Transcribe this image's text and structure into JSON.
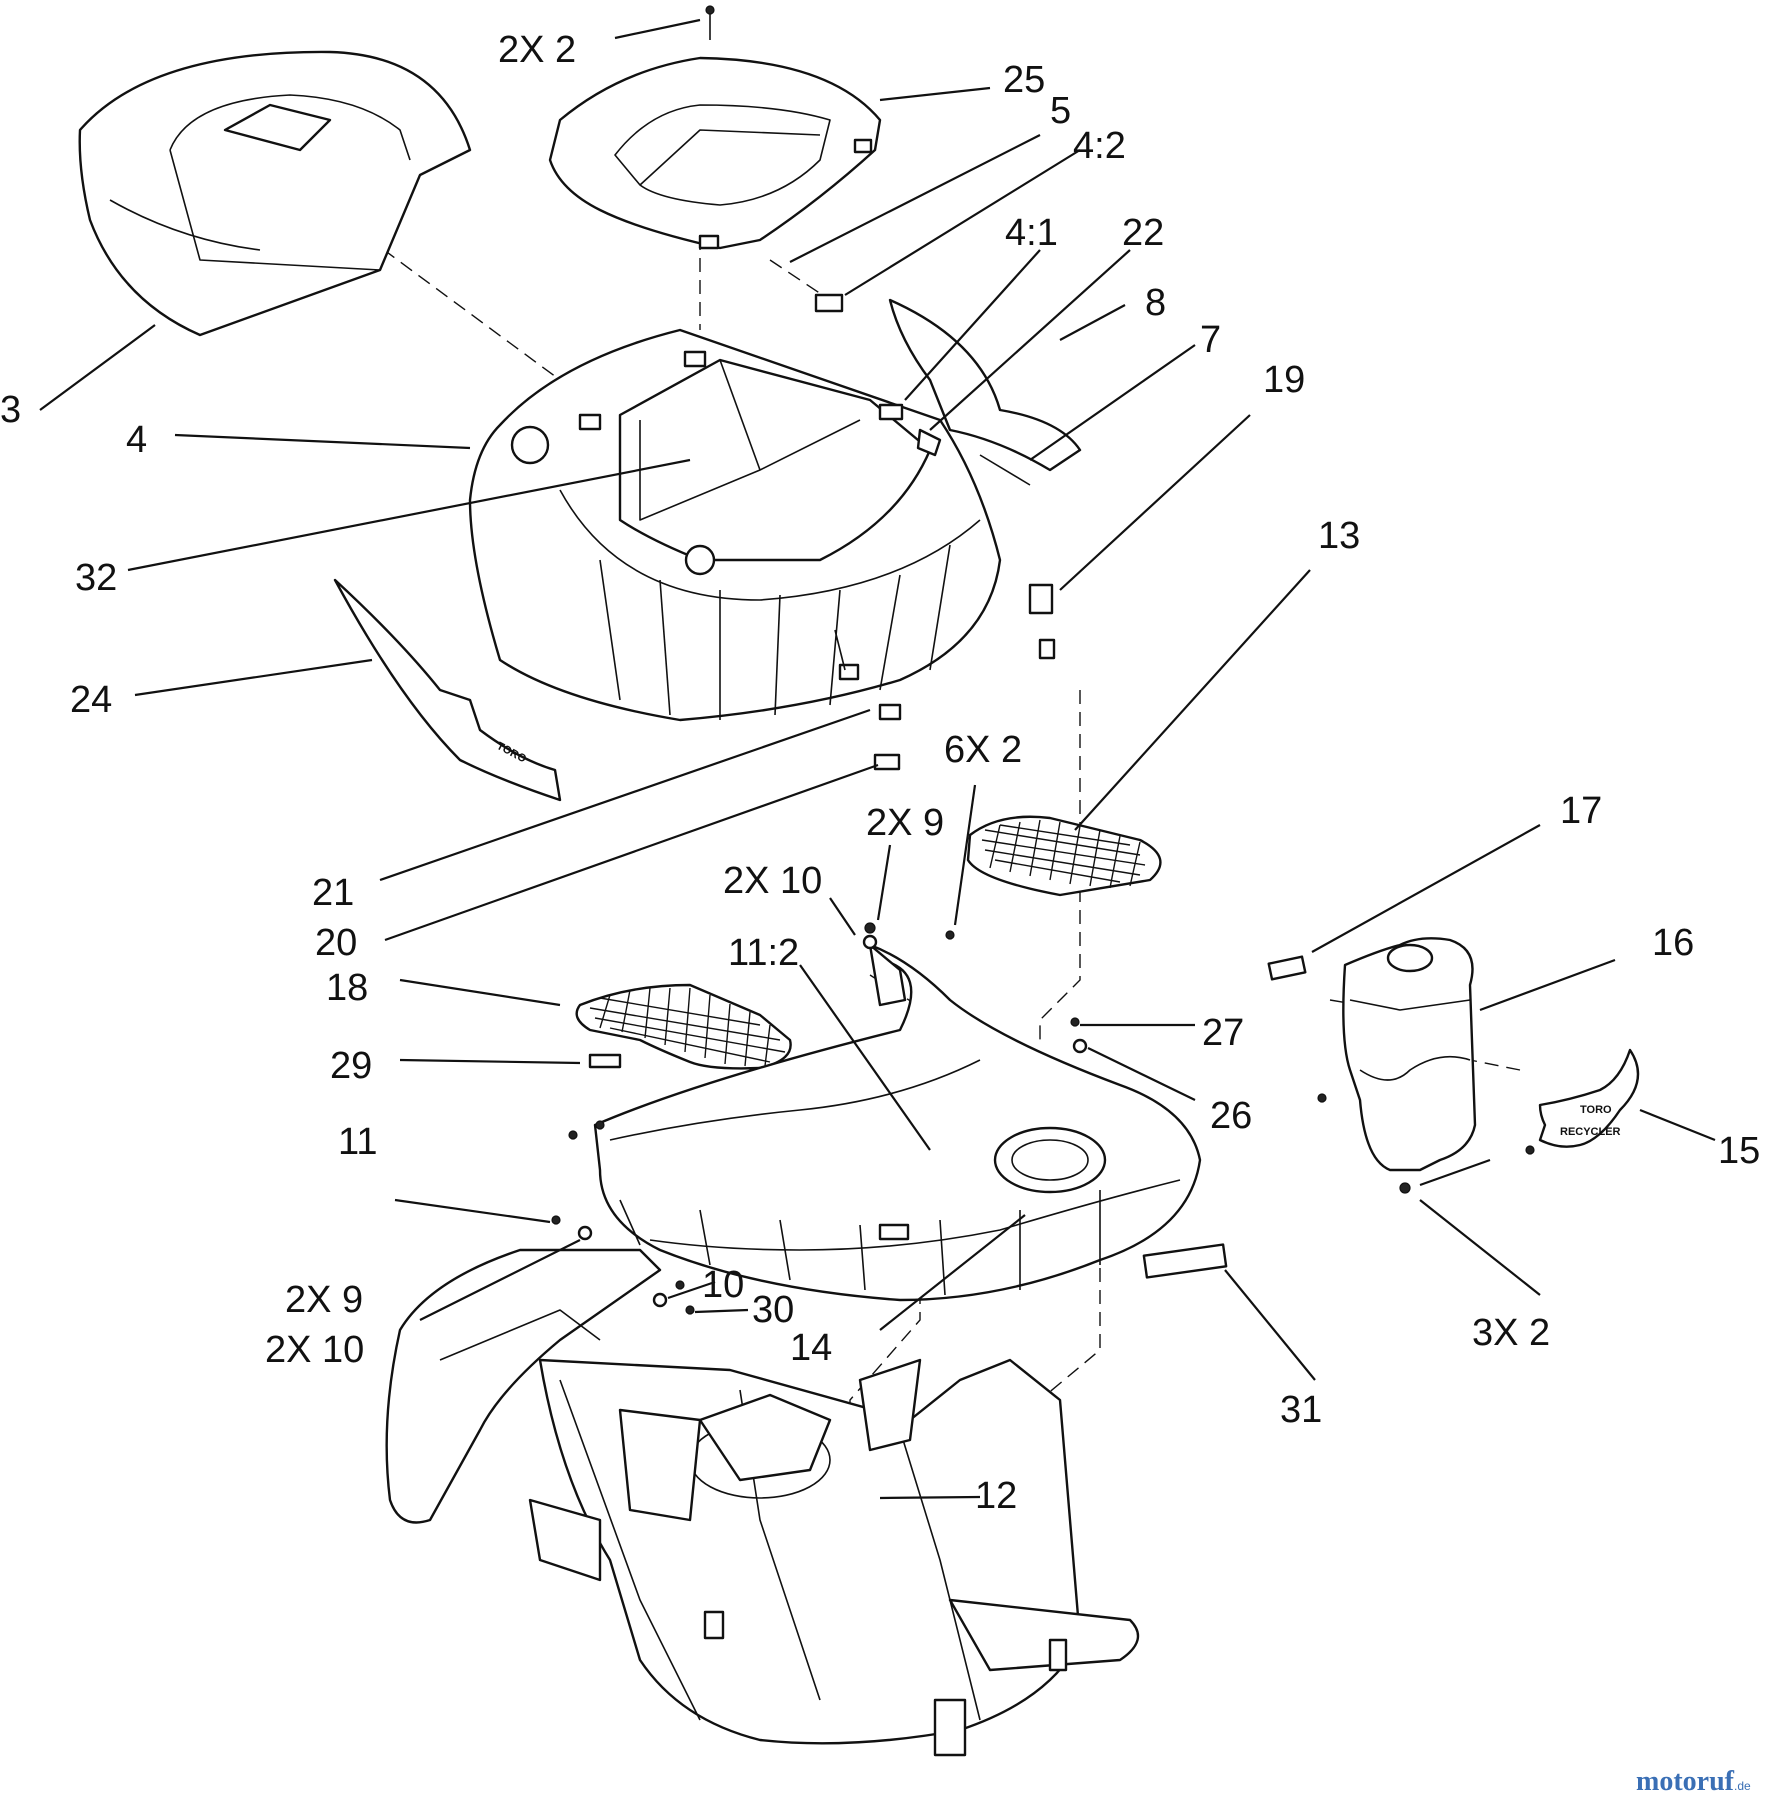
{
  "callouts": [
    {
      "id": "c-2x2-top",
      "text": "2X 2"
    },
    {
      "id": "c-25",
      "text": "25"
    },
    {
      "id": "c-5",
      "text": "5"
    },
    {
      "id": "c-4-2",
      "text": "4:2"
    },
    {
      "id": "c-4-1",
      "text": "4:1"
    },
    {
      "id": "c-22",
      "text": "22"
    },
    {
      "id": "c-8",
      "text": "8"
    },
    {
      "id": "c-7",
      "text": "7"
    },
    {
      "id": "c-19",
      "text": "19"
    },
    {
      "id": "c-3",
      "text": "3"
    },
    {
      "id": "c-4",
      "text": "4"
    },
    {
      "id": "c-32",
      "text": "32"
    },
    {
      "id": "c-24",
      "text": "24"
    },
    {
      "id": "c-13",
      "text": "13"
    },
    {
      "id": "c-6x2",
      "text": "6X 2"
    },
    {
      "id": "c-2x9-top",
      "text": "2X 9"
    },
    {
      "id": "c-2x10-top",
      "text": "2X 10"
    },
    {
      "id": "c-21",
      "text": "21"
    },
    {
      "id": "c-20",
      "text": "20"
    },
    {
      "id": "c-11-2",
      "text": "11:2"
    },
    {
      "id": "c-17",
      "text": "17"
    },
    {
      "id": "c-16",
      "text": "16"
    },
    {
      "id": "c-18",
      "text": "18"
    },
    {
      "id": "c-27",
      "text": "27"
    },
    {
      "id": "c-26",
      "text": "26"
    },
    {
      "id": "c-29",
      "text": "29"
    },
    {
      "id": "c-11",
      "text": "11"
    },
    {
      "id": "c-15",
      "text": "15"
    },
    {
      "id": "c-10",
      "text": "10"
    },
    {
      "id": "c-30",
      "text": "30"
    },
    {
      "id": "c-2x9-bot",
      "text": "2X 9"
    },
    {
      "id": "c-2x10-bot",
      "text": "2X 10"
    },
    {
      "id": "c-14",
      "text": "14"
    },
    {
      "id": "c-3x2",
      "text": "3X 2"
    },
    {
      "id": "c-31",
      "text": "31"
    },
    {
      "id": "c-12",
      "text": "12"
    }
  ],
  "decals": {
    "side_decal_logo": "TORO",
    "bagger_logo": "TORO",
    "recycler_badge": "RECYCLER"
  },
  "watermark": {
    "brand": "motoruf",
    "suffix": ".de"
  }
}
